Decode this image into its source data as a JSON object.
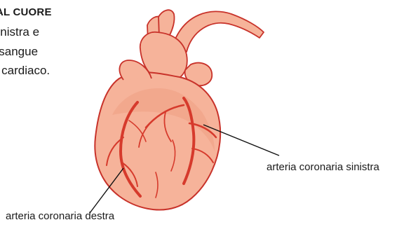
{
  "text": {
    "heading": "AL CUORE",
    "lines": [
      "sinistra e",
      "li sangue",
      "o cardiaco."
    ]
  },
  "labels": {
    "left_coronary": "arteria coronaria sinistra",
    "right_coronary": "arteria coronaria destra"
  },
  "colors": {
    "heart_fill": "#f6b39a",
    "heart_shade": "#ef9f84",
    "outline": "#c8322a",
    "artery": "#d63a2c",
    "leader": "#111111"
  }
}
